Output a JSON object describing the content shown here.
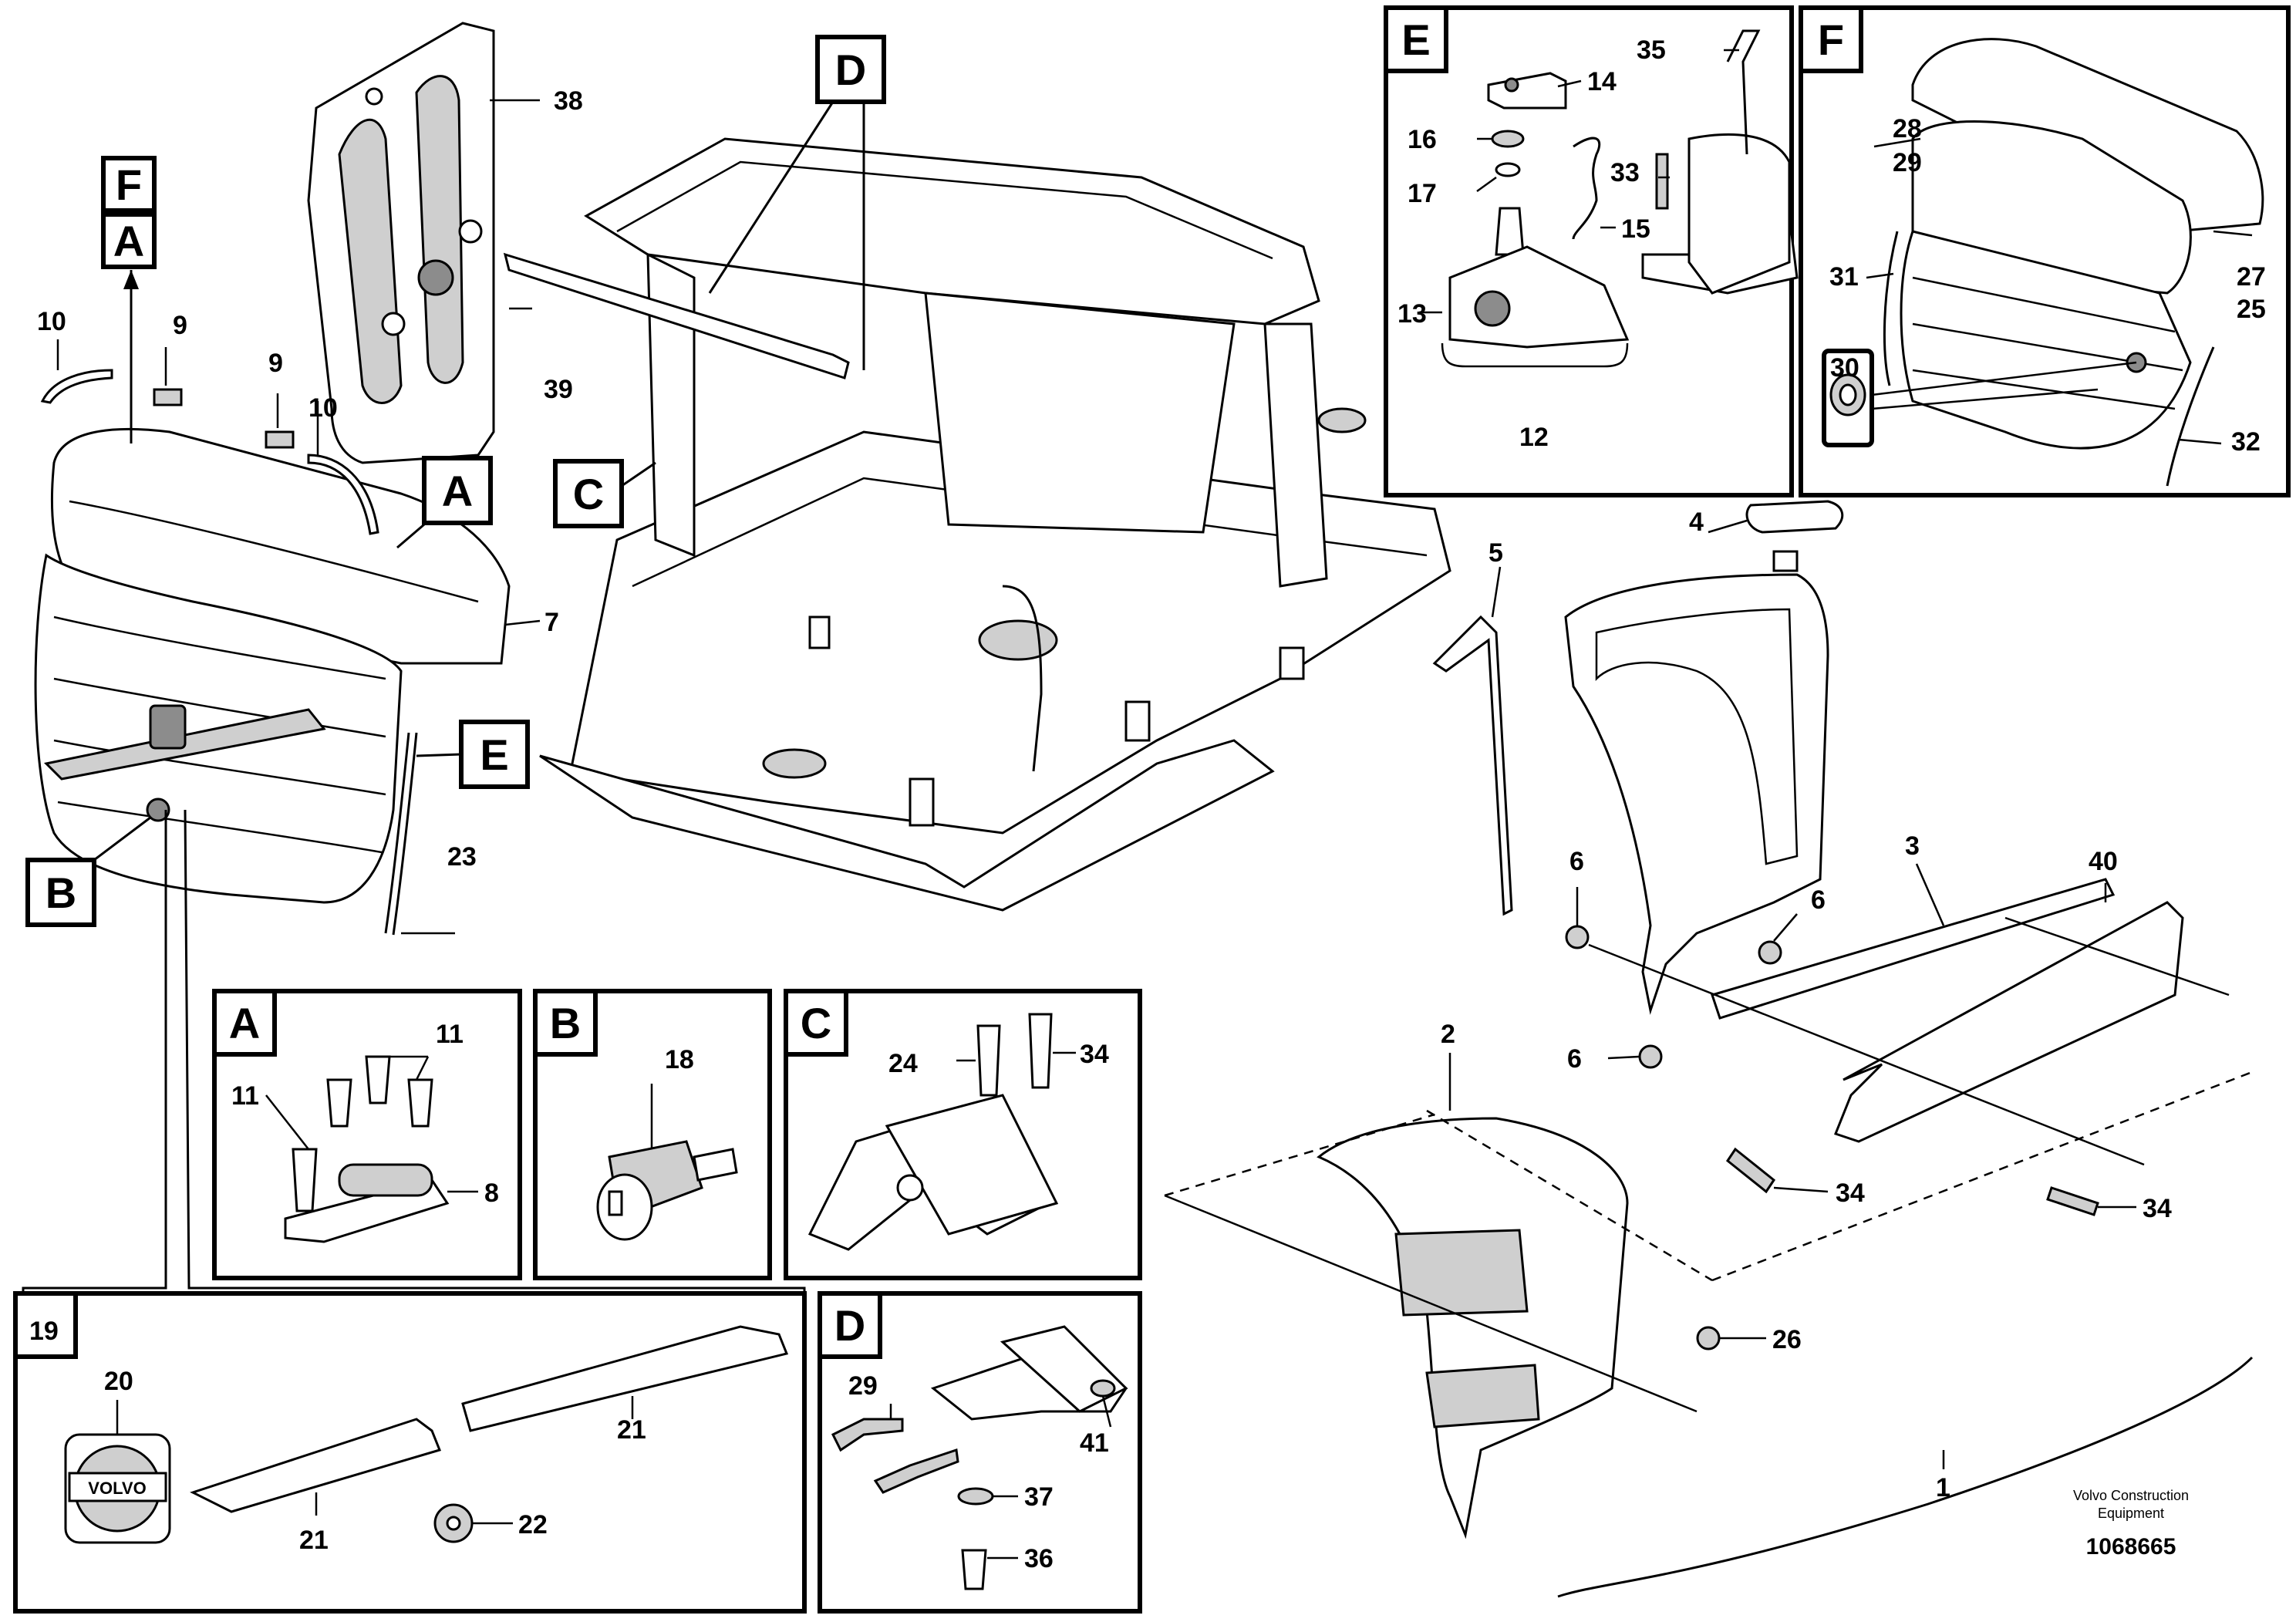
{
  "callouts": {
    "n1": "1",
    "n2": "2",
    "n3": "3",
    "n4": "4",
    "n5": "5",
    "n6a": "6",
    "n6b": "6",
    "n6c": "6",
    "n7": "7",
    "n8": "8",
    "n9a": "9",
    "n9b": "9",
    "n10a": "10",
    "n10b": "10",
    "n11a": "11",
    "n11b": "11",
    "n12": "12",
    "n13": "13",
    "n14": "14",
    "n15": "15",
    "n16": "16",
    "n17": "17",
    "n18": "18",
    "n19": "19",
    "n20": "20",
    "n21a": "21",
    "n21b": "21",
    "n22": "22",
    "n23": "23",
    "n24": "24",
    "n25": "25",
    "n26": "26",
    "n27": "27",
    "n28": "28",
    "n29a": "29",
    "n29b": "29",
    "n30": "30",
    "n31": "31",
    "n32": "32",
    "n33": "33",
    "n34a": "34",
    "n34b": "34",
    "n34c": "34",
    "n35": "35",
    "n36": "36",
    "n37": "37",
    "n38": "38",
    "n39": "39",
    "n40": "40",
    "n41": "41"
  },
  "detail_letters": {
    "tagF": "F",
    "tagA1": "A",
    "tagA2": "A",
    "tagE": "E",
    "tagB": "B",
    "tagC": "C",
    "tagD": "D",
    "panelE": "E",
    "panelF": "F",
    "panelA": "A",
    "panelB": "B",
    "panelC": "C",
    "panelD": "D"
  },
  "credit": {
    "line1": "Volvo Construction",
    "line2": "Equipment",
    "docnum": "1068665"
  },
  "emblem_text": "VOLVO"
}
